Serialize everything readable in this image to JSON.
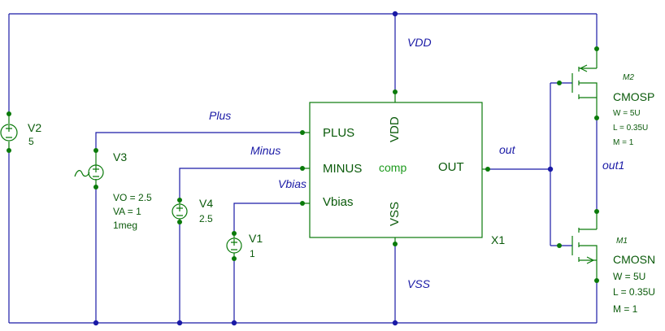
{
  "nets": {
    "vdd": "VDD",
    "vss": "VSS",
    "plus": "Plus",
    "minus": "Minus",
    "vbias": "Vbias",
    "out": "out",
    "out1": "out1"
  },
  "subckt": {
    "ref": "X1",
    "name": "comp",
    "pins": {
      "plus": "PLUS",
      "minus": "MINUS",
      "vbias": "Vbias",
      "out": "OUT",
      "vdd": "VDD",
      "vss": "VSS"
    }
  },
  "v2": {
    "ref": "V2",
    "value": "5"
  },
  "v3": {
    "ref": "V3",
    "params": [
      "VO = 2.5",
      "VA = 1",
      "1meg"
    ]
  },
  "v4": {
    "ref": "V4",
    "value": "2.5"
  },
  "v1": {
    "ref": "V1",
    "value": "1"
  },
  "m2": {
    "ref": "M2",
    "model": "CMOSP",
    "params": [
      "W = 5U",
      "L = 0.35U",
      "M = 1"
    ]
  },
  "m1": {
    "ref": "M1",
    "model": "CMOSN",
    "params": [
      "W = 5U",
      "L = 0.35U",
      "M = 1"
    ]
  },
  "colors": {
    "wire": "#1a1aa6",
    "device": "#0a7a0a",
    "label": "#0a5a0a",
    "subckt_name": "#1c9a1c"
  }
}
